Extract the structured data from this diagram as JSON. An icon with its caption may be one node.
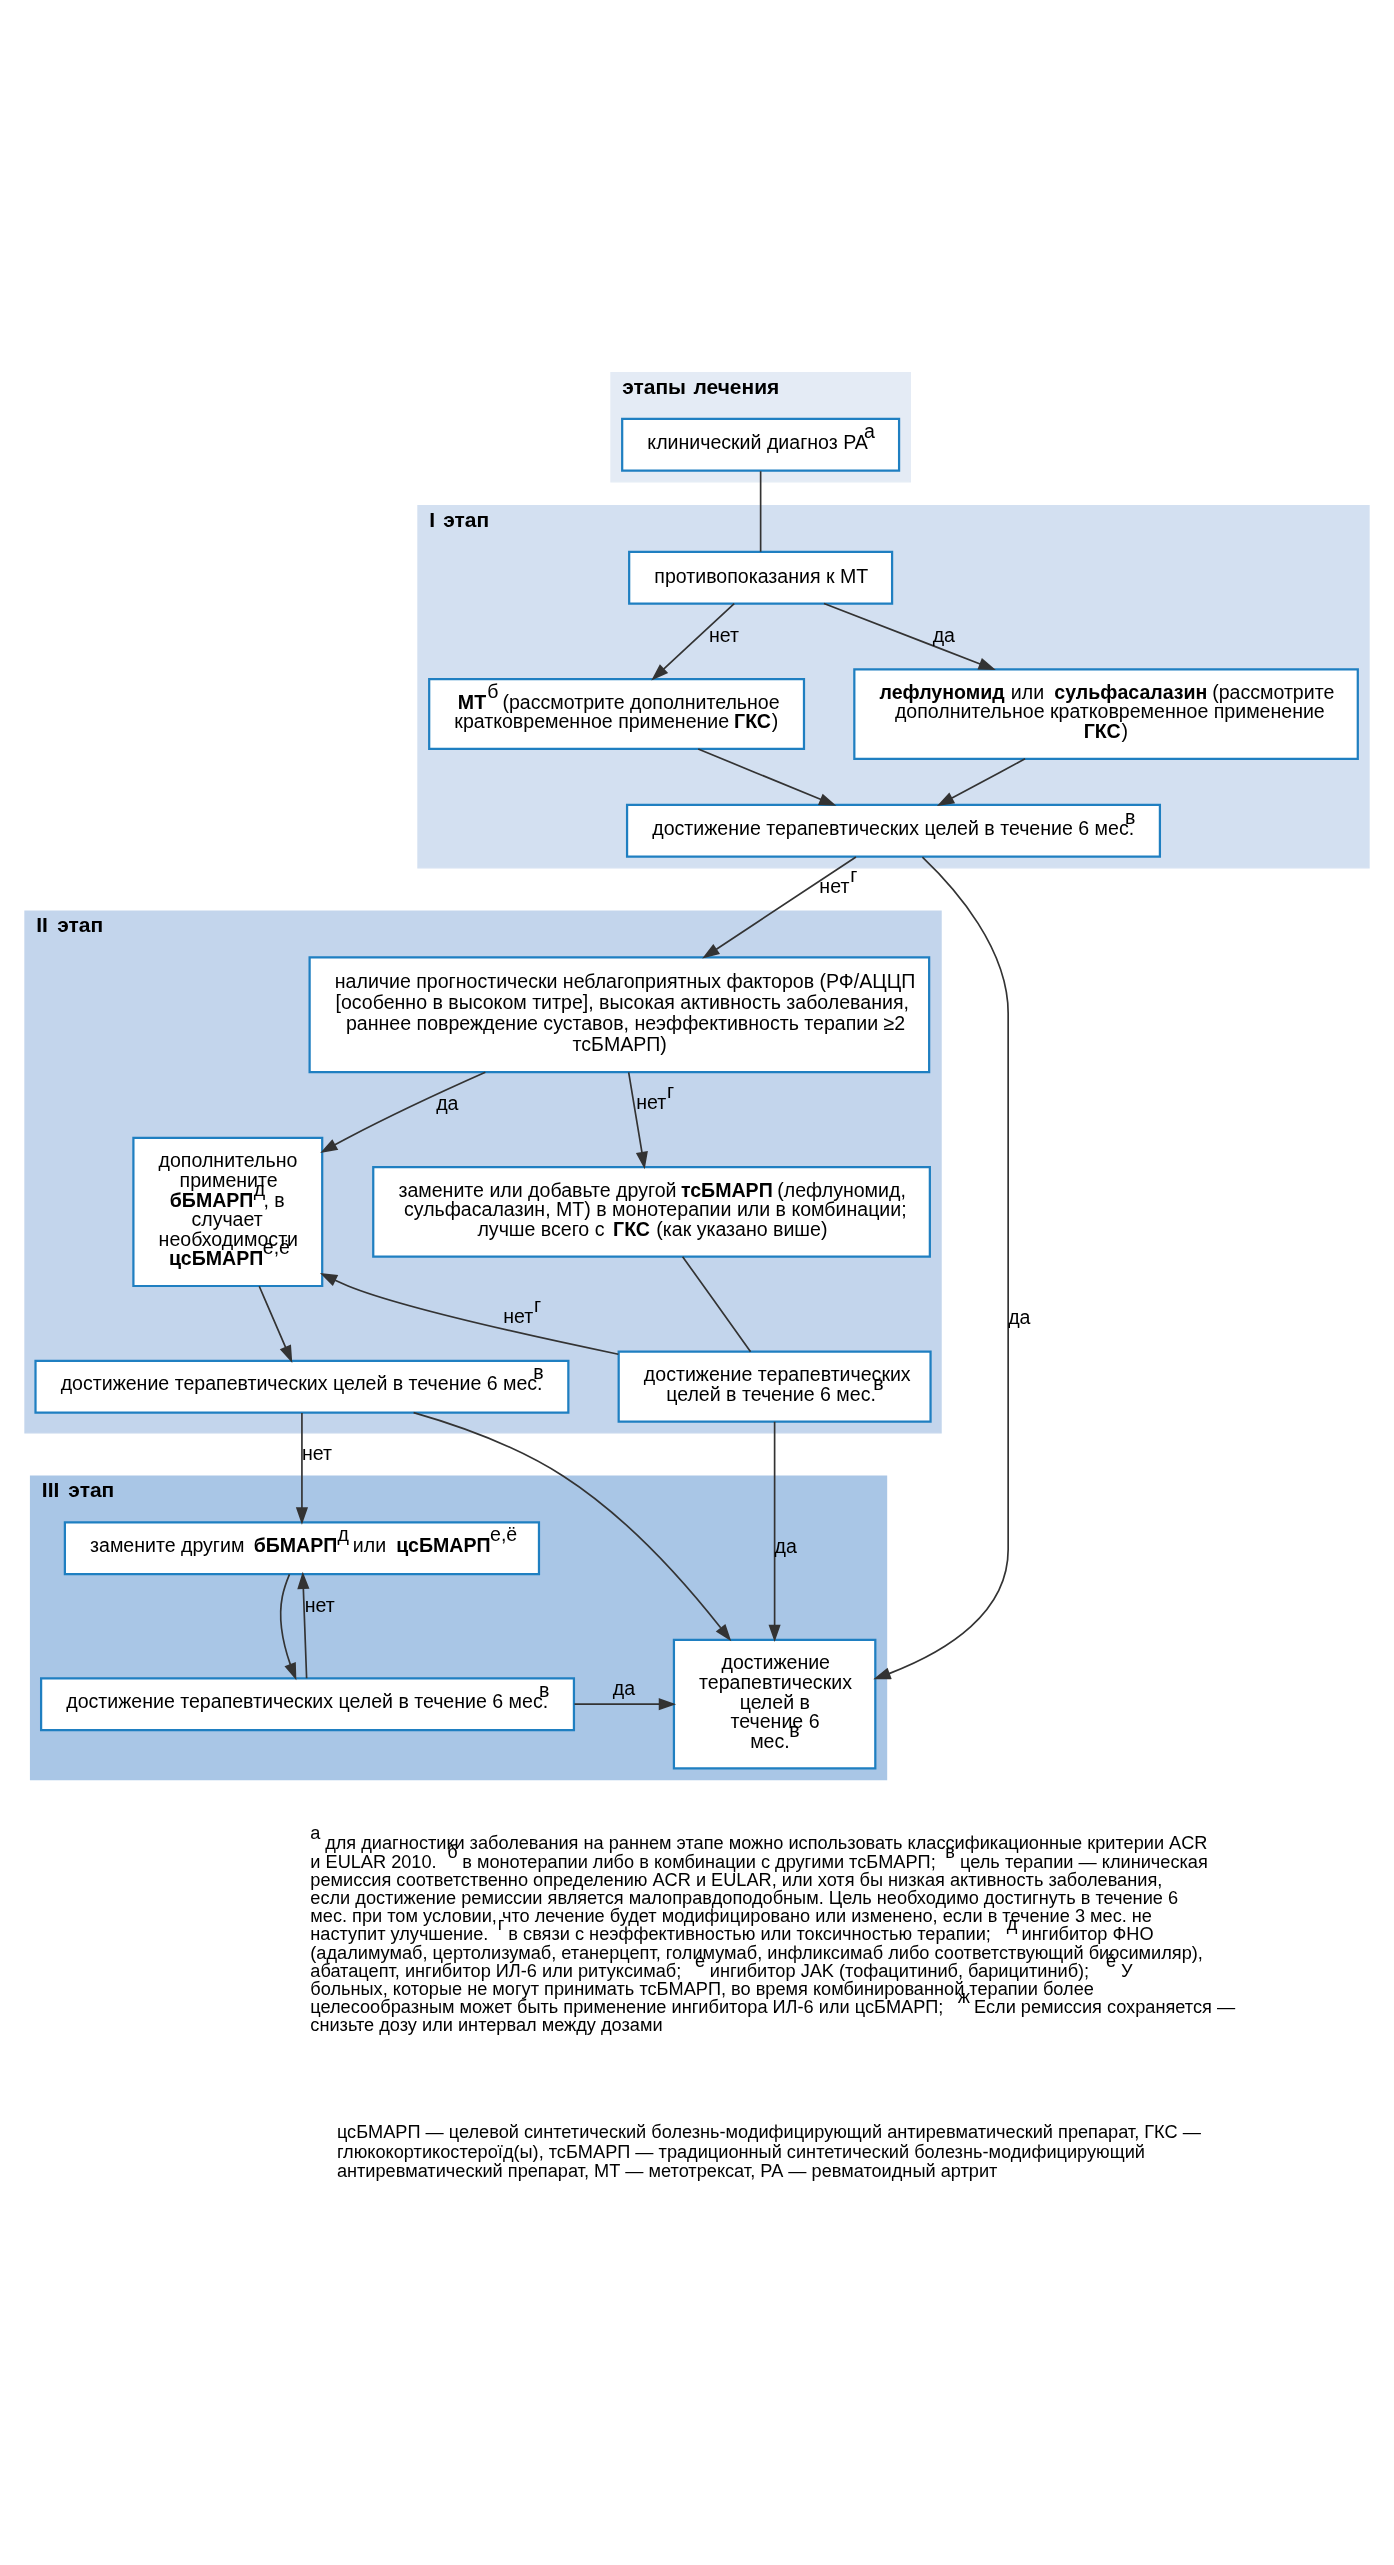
{
  "diagram": {
    "nodes": [
      {
        "text": [
          "этапы лечения"
        ]
      },
      {
        "text": [
          "клинический диагноз РА$^{а}$"
        ],
        "in": 0
      },
      {
        "text": [
          "I этап"
        ]
      },
      {
        "text": [
          "противопоказания к МТ"
        ],
        "in": 2
      },
      {
        "text": [
          "**МТ**$^{б}$ (рассмотрите дополнительное кратковременное применение **ГКС**)"
        ],
        "in": 2
      },
      {
        "text": [
          "**лефлуномид** или **сульфасалазин** (рассмотрите дополнительное кратковременное применение **ГКС**)"
        ],
        "in": 2
      },
      {
        "text": [
          "достижение терапевтических целей в течение 6 мес.$^{в}$"
        ],
        "in": 2
      },
      {
        "text": [
          "II этап"
        ]
      },
      {
        "text": [
          "наличие прогностически неблагоприятных факторов (РФ/АЦЦП [особенно в высоком титре], высокая активность заболевания, раннее повреждение суставов, неэффективность терапии ≥2 тсБМАРП)"
        ],
        "in": 7
      },
      {
        "text": [
          "дополнительно примените **бБМАРП**$^{д}$, в случает необходимости **цсБМАРП**$^{е,ё}$"
        ],
        "in": 7
      },
      {
        "text": [
          "замените или добавьте другой **тсБМАРП** (лефлуномид, сульфасалазин, МТ) в монотерапии или в комбинации; лучше всего с **ГКС** (как указано више)"
        ],
        "in": 7
      },
      {
        "text": [
          "достижение терапевтических целей в течение 6 мес.$^{в}$"
        ],
        "in": 7
      },
      {
        "text": [
          "достижение терапевтических целей в течение 6 мес.$^{в}$"
        ],
        "in": 7
      },
      {
        "text": [
          "III этап"
        ]
      },
      {
        "text": [
          "замените другим **бБМАРП**$^{д}$ или **цсБМАРП**$^{е,ё}$"
        ],
        "in": 13
      },
      {
        "text": [
          "достижение терапевтических целей в течение 6 мес.$^{в}$"
        ],
        "in": 13
      },
      {
        "text": [
          "достижение терапевтических целей в течение 6 мес.$^{в}$"
        ],
        "in": 13
      }
    ],
    "edges": [
      {
        "from": 1,
        "to": 3,
        "arrow": "none"
      },
      {
        "from": 3,
        "to": 4,
        "arrow": "to",
        "label": "нет"
      },
      {
        "from": 3,
        "to": 5,
        "arrow": "to",
        "label": "да"
      },
      {
        "from": 4,
        "to": 6,
        "arrow": "to"
      },
      {
        "from": 5,
        "to": 6,
        "arrow": "to"
      },
      {
        "from": 6,
        "to": 16,
        "arrow": "to",
        "label": "да"
      },
      {
        "from": 6,
        "to": 8,
        "arrow": "to",
        "label": "нет$^{г}$"
      },
      {
        "from": 8,
        "to": 9,
        "arrow": "to",
        "label": "да"
      },
      {
        "from": 8,
        "to": 10,
        "arrow": "to",
        "label": "нет$^{г}$"
      },
      {
        "from": 10,
        "to": 11,
        "arrow": "none"
      },
      {
        "from": 11,
        "to": 9,
        "arrow": "to",
        "label": "нет$^{г}$"
      },
      {
        "from": 11,
        "to": 16,
        "arrow": "to",
        "label": "да"
      },
      {
        "from": 9,
        "to": 12,
        "arrow": "to"
      },
      {
        "from": 12,
        "to": 14,
        "arrow": "to",
        "label": "нет"
      },
      {
        "from": 12,
        "to": 16,
        "arrow": "to"
      },
      {
        "from": 14,
        "to": 15,
        "arrow": "to"
      },
      {
        "from": 15,
        "to": 14,
        "arrow": "to",
        "label": "нет"
      },
      {
        "from": 15,
        "to": 16,
        "arrow": "to",
        "label": "да"
      }
    ],
    "labels": [
      "$^{а}$ для диагностики заболевания на раннем этапе можно использовать классификационные критерии ACR и EULAR 2010. $^{б}$ в монотерапии либо в комбинации с другими тсБМАРП;$^{в}$ цель терапии — клиническая ремиссия соответственно определению ACR и EULAR, или хотя бы низкая активность заболевания, если достижение ремиссии является малоправдоподобным. Цель необходимо достигнуть в течение 6 мес. при том условии, что лечение будет модифицировано или изменено, если в течение 3 мес. не наступит улучшение. $^{г}$ в связи с неэффективностью или токсичностью терапии; $^{д}$ ингибитор ФНО (адалимумаб, цертолизумаб, етанерцепт, голимумаб, инфликсимаб либо соответствующий биосимиляр), абатацепт, ингибитор ИЛ-6 или ритуксимаб; $^{е}$ ингибитор JAK (тофацитиниб, барицитиниб); $^{ё}$ У больных, которые не могут принимать тсБМАРП, во время комбинированной терапии более целесообразным может быть применение ингибитора ИЛ-6 или цсБМАРП; $^{ж}$ Если ремиссия сохраняется — снизьте дозу или интервал между дозами",
      "цсБМАРП — целевой синтетический болезнь-модифицирующий антиревматический препарат, ГКС — глюкокортикостероїд(ы), тсБМАРП — традиционный синтетический болезнь-модифицирующий антиревматический препарат, МТ — метотрексат, РА — ревматоидный артрит"
    ]
  }
}
